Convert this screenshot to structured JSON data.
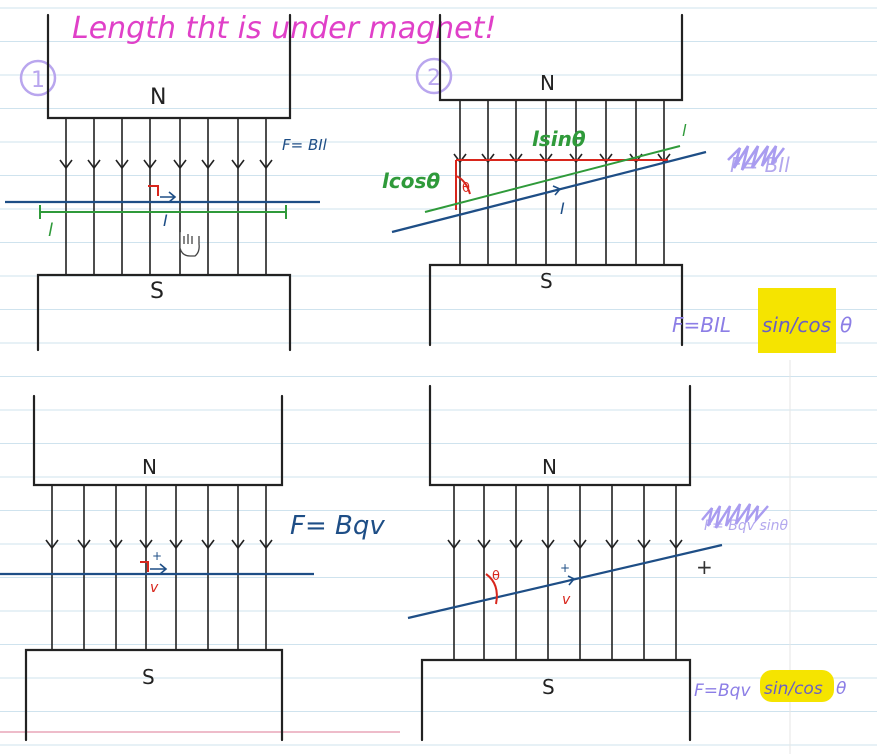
{
  "title": "Length tht is under magnet!",
  "colors": {
    "paper_line": "#cfe3ee",
    "ink": "#222222",
    "pink": "#e040c8",
    "purple_circle": "#b9a6ee",
    "blue_wire": "#1e4e86",
    "green": "#2f9a3a",
    "red": "#d8261c",
    "purple_text": "#8c7ee6",
    "highlight": "#f5e400",
    "margin_line": "#e8a6b8"
  },
  "panels": [
    {
      "number": "1",
      "north": "N",
      "south": "S",
      "formula": "F= BIl",
      "length_label": "l",
      "current_label": "I"
    },
    {
      "number": "2",
      "north": "N",
      "south": "S",
      "length_label": "l",
      "current_label": "I",
      "lcos_label": "lcosθ",
      "lsin_label": "lsinθ",
      "theta": "θ",
      "scratched_formula": "F= BIl",
      "formula_prefix": "F=BIL",
      "formula_highlight": "sin/cos",
      "formula_suffix": "θ"
    },
    {
      "north": "N",
      "south": "S",
      "formula": "F= Bqv",
      "velocity_label": "v"
    },
    {
      "north": "N",
      "south": "S",
      "theta": "θ",
      "velocity_label": "v",
      "scratched_formula": "F= Bqv sinθ",
      "cursor_mark": "+",
      "formula_prefix": "F=Bqv",
      "formula_highlight": "sin/cos",
      "formula_suffix": "θ"
    }
  ]
}
